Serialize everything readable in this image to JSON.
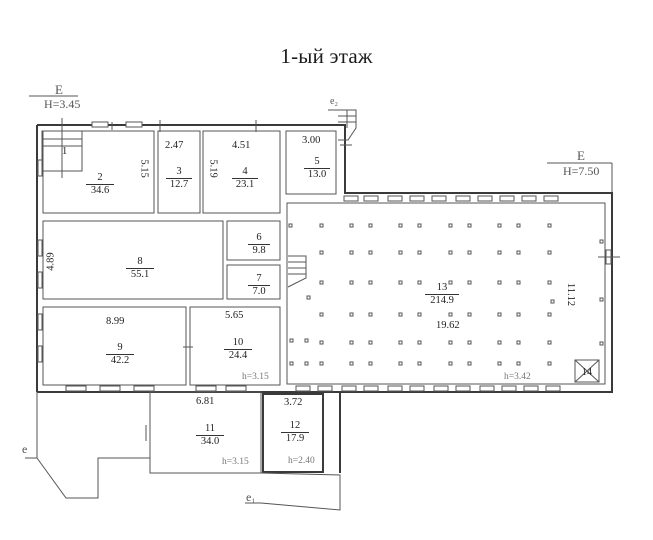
{
  "title": "1-ый этаж",
  "height_notes": [
    {
      "id": "left",
      "axis": "E",
      "height": "H=3.45"
    },
    {
      "id": "right",
      "axis": "E",
      "height": "H=7.50"
    }
  ],
  "axis_marks": {
    "e": "e",
    "e1": "e₁",
    "e2": "e₂"
  },
  "rooms": [
    {
      "number": "1",
      "area": ""
    },
    {
      "number": "2",
      "area": "34.6",
      "dims": [
        "5.15"
      ]
    },
    {
      "number": "3",
      "area": "12.7",
      "dims": [
        "2.47"
      ]
    },
    {
      "number": "4",
      "area": "23.1",
      "dims": [
        "4.51",
        "5.19"
      ]
    },
    {
      "number": "5",
      "area": "13.0",
      "dims": [
        "3.00"
      ]
    },
    {
      "number": "6",
      "area": "9.8"
    },
    {
      "number": "7",
      "area": "7.0"
    },
    {
      "number": "8",
      "area": "55.1",
      "dims": [
        "4.89"
      ]
    },
    {
      "number": "9",
      "area": "42.2",
      "dims": [
        "8.99"
      ]
    },
    {
      "number": "10",
      "area": "24.4",
      "dims": [
        "5.65"
      ],
      "ceiling": "h=3.15"
    },
    {
      "number": "11",
      "area": "34.0",
      "dims": [
        "6.81"
      ],
      "ceiling": "h=3.15"
    },
    {
      "number": "12",
      "area": "17.9",
      "dims": [
        "3.72"
      ],
      "ceiling": "h=2.40"
    },
    {
      "number": "13",
      "area": "214.9",
      "dims": [
        "19.62",
        "11.12"
      ],
      "ceiling": "h=3.42"
    },
    {
      "number": "14",
      "area": ""
    }
  ]
}
